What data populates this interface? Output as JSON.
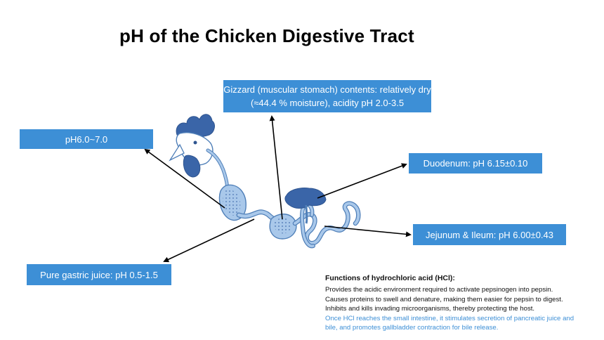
{
  "title": "pH of the Chicken Digestive Tract",
  "labels": {
    "gizzard": "Gizzard (muscular stomach) contents: relatively dry (≈44.4 % moisture), acidity pH 2.0-3.5",
    "crop": "pH6.0~7.0",
    "duodenum": "Duodenum: pH 6.15±0.10",
    "jejunum_ileum": "Jejunum & Ileum: pH 6.00±0.43",
    "gastric_juice": "Pure gastric juice: pH 0.5-1.5"
  },
  "hcl_functions": {
    "title": "Functions of hydrochloric acid (HCl):",
    "items": [
      "Provides the acidic environment required to activate pepsinogen into pepsin.",
      "Causes proteins to swell and denature, making them easier for pepsin to digest.",
      "Inhibits and kills invading microorganisms, thereby protecting the host.",
      "Once HCl reaches the small intestine, it stimulates secretion of pancreatic juice and bile, and promotes gallbladder contraction for bile release."
    ]
  },
  "colors": {
    "label_box": "#3d8fd6",
    "label_text": "#ffffff",
    "illustration_fill": "#a9c8ea",
    "illustration_stroke": "#4f7fb8",
    "dark_blue": "#3a65a8",
    "arrow": "#000000",
    "highlight_text": "#3d8fd6"
  }
}
